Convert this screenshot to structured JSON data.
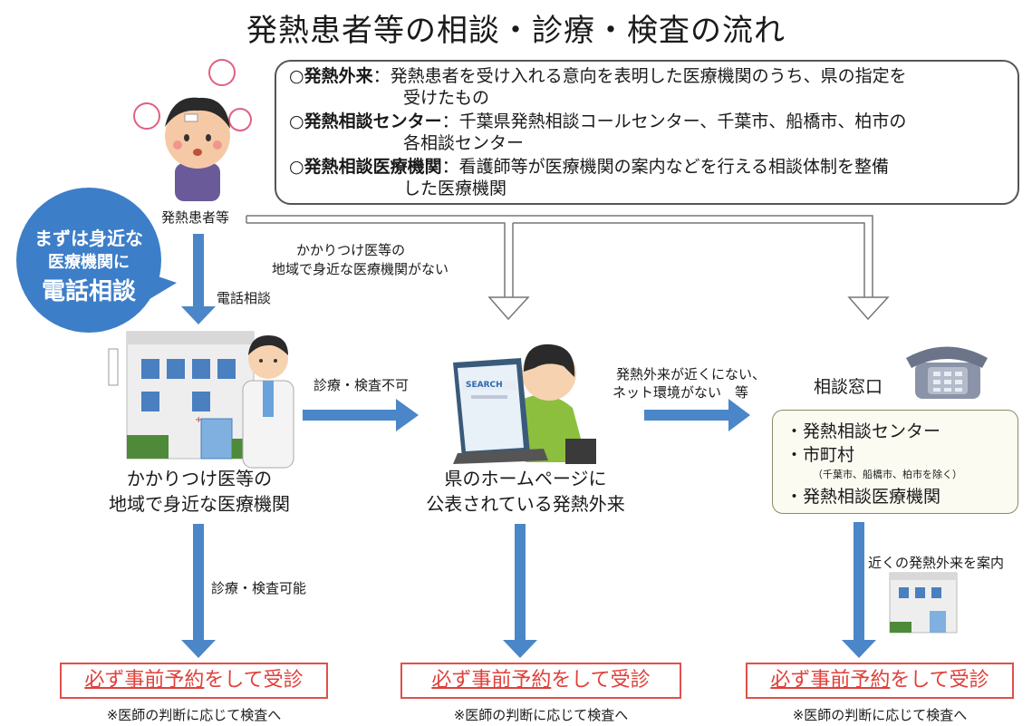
{
  "title": "発熱患者等の相談・診療・検査の流れ",
  "definitions": [
    {
      "term": "発熱外来",
      "text": "：発熱患者を受け入れる意向を表明した医療機関のうち、県の指定を",
      "cont": "受けたもの"
    },
    {
      "term": "発熱相談センター",
      "text": "：千葉県発熱相談コールセンター、千葉市、船橋市、柏市の",
      "cont": "各相談センター"
    },
    {
      "term": "発熱相談医療機関",
      "text": "：看護師等が医療機関の案内などを行える相談体制を整備",
      "cont": "した医療機関"
    }
  ],
  "patient_label": "発熱患者等",
  "bubble": {
    "line1": "まずは身近な",
    "line2": "医療機関に",
    "line3": "電話相談"
  },
  "labels": {
    "phone_consult": "電話相談",
    "no_clinic_1": "かかりつけ医等の",
    "no_clinic_2": "地域で身近な医療機関がない",
    "exam_not_possible": "診療・検査不可",
    "far_1": "発熱外来が近くにない、",
    "far_2": "ネット環境がない　等",
    "exam_possible": "診療・検査可能",
    "guide": "近くの発熱外来を案内"
  },
  "nodes": {
    "clinic_1": "かかりつけ医等の",
    "clinic_2": "地域で身近な医療機関",
    "web_1": "県のホームページに",
    "web_2": "公表されている発熱外来",
    "window": "相談窓口",
    "search_text": "SEARCH"
  },
  "consult_box": {
    "item1": "・発熱相談センター",
    "item2": "・市町村",
    "item2_note": "（千葉市、船橋市、柏市を除く）",
    "item3": "・発熱相談医療機関"
  },
  "result": {
    "em": "必ず事前予約",
    "rest": "をして受診",
    "note": "※医師の判断に応じて検査へ"
  },
  "colors": {
    "arrow": "#4a86c8",
    "bubble": "#3d7ec9",
    "result_border": "#e0504a",
    "result_text": "#e0403a"
  }
}
